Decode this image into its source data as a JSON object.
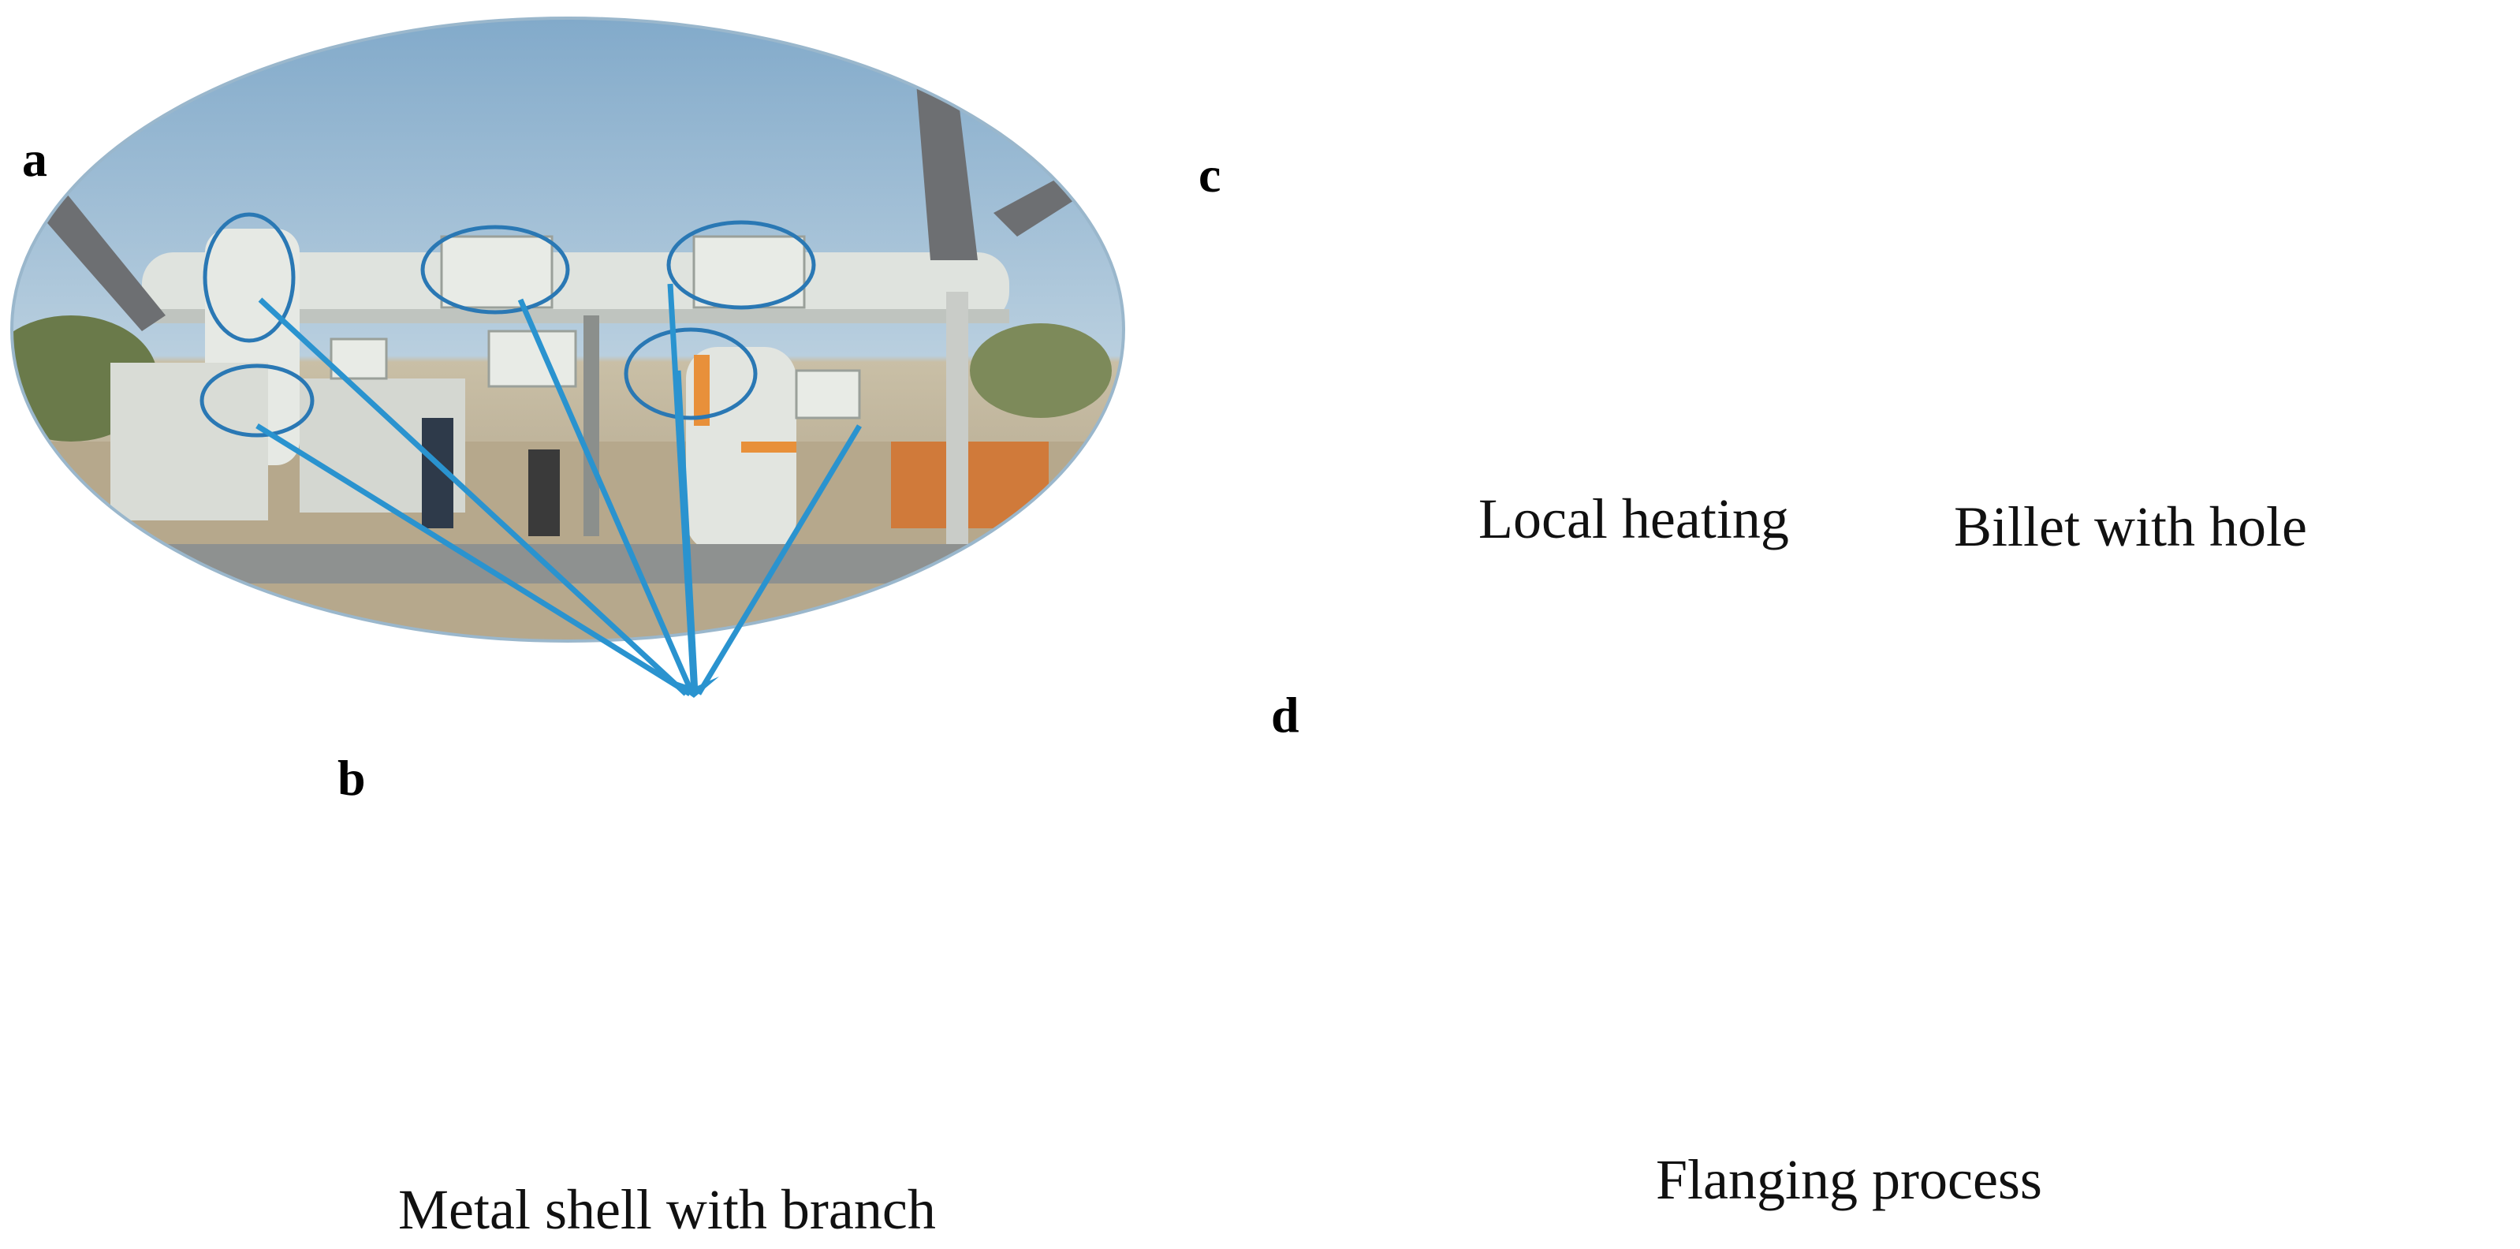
{
  "panels": {
    "a": {
      "letter": "a"
    },
    "b": {
      "letter": "b",
      "caption": "Metal shell with branch"
    },
    "c": {
      "letter": "c",
      "caption_left": "Local heating",
      "caption_right": "Billet with hole"
    },
    "d": {
      "letter": "d",
      "caption": "Flanging process"
    }
  },
  "colors": {
    "shell_blue": "#0a1edc",
    "billet_red": "#ee0a0a",
    "arrow_blue": "#2a93cf",
    "frame_teal": "#1c6e9a",
    "tool_gray": "#3a3e55"
  }
}
